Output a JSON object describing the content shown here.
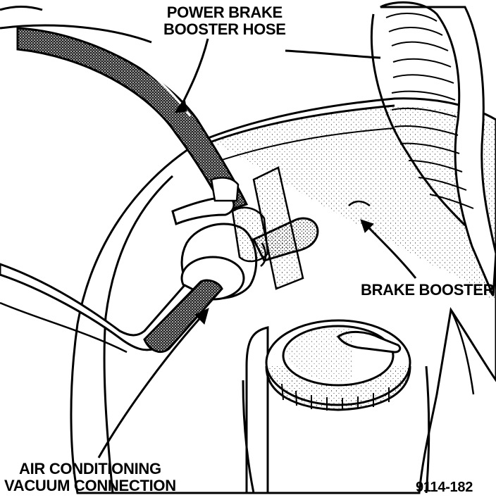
{
  "labels": {
    "power_brake_hose": [
      "POWER BRAKE",
      "BOOSTER HOSE"
    ],
    "brake_booster": "BRAKE BOOSTER",
    "ac_vacuum": [
      "AIR CONDITIONING",
      "VACUUM CONNECTION"
    ],
    "figure_number": "9114-182"
  },
  "colors": {
    "ink": "#000000",
    "paper": "#ffffff",
    "stipple": "#bdbdbd",
    "hose_fill": "#3a3a3a"
  }
}
